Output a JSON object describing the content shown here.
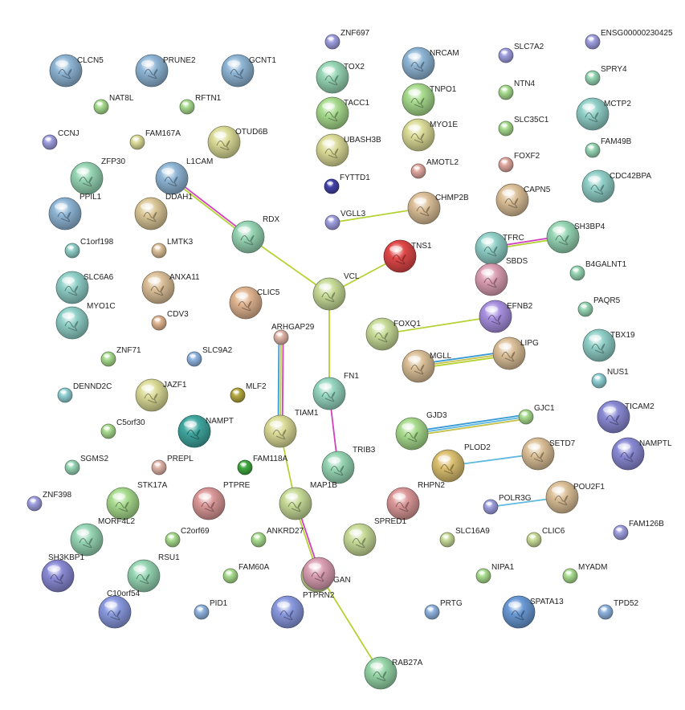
{
  "colors": {
    "background": "#ffffff",
    "edge_green": "#b5d233",
    "edge_magenta": "#d23fc0",
    "edge_blue": "#3a9bd6",
    "edge_gold": "#c8c14a",
    "edge_lightblue": "#5fb8e0"
  },
  "nodes": [
    {
      "id": "CLCN5",
      "color": "#8fb6d6",
      "size": "large"
    },
    {
      "id": "PRUNE2",
      "color": "#8fb6d6",
      "size": "large"
    },
    {
      "id": "GCNT1",
      "color": "#8fb6d6",
      "size": "large"
    },
    {
      "id": "ZNF697",
      "color": "#9f9fe0",
      "size": "small"
    },
    {
      "id": "TOX2",
      "color": "#96d6b4",
      "size": "large"
    },
    {
      "id": "NRCAM",
      "color": "#8fb6d6",
      "size": "large"
    },
    {
      "id": "SLC7A2",
      "color": "#9f9fe0",
      "size": "small"
    },
    {
      "id": "ENSG00000230425",
      "color": "#9f9fe0",
      "size": "small"
    },
    {
      "id": "NAT8L",
      "color": "#a8dc8e",
      "size": "small"
    },
    {
      "id": "RFTN1",
      "color": "#a8dc8e",
      "size": "small"
    },
    {
      "id": "TACC1",
      "color": "#a8dc8e",
      "size": "large"
    },
    {
      "id": "TNPO1",
      "color": "#a8dc8e",
      "size": "large"
    },
    {
      "id": "NTN4",
      "color": "#a8dc8e",
      "size": "small"
    },
    {
      "id": "SPRY4",
      "color": "#96d6b4",
      "size": "small"
    },
    {
      "id": "MCTP2",
      "color": "#90d0c8",
      "size": "large"
    },
    {
      "id": "CCNJ",
      "color": "#9f9fe0",
      "size": "small"
    },
    {
      "id": "FAM167A",
      "color": "#dcdc98",
      "size": "small"
    },
    {
      "id": "OTUD6B",
      "color": "#dcdc98",
      "size": "large"
    },
    {
      "id": "UBASH3B",
      "color": "#dcdc98",
      "size": "large"
    },
    {
      "id": "MYO1E",
      "color": "#dcdc98",
      "size": "large"
    },
    {
      "id": "SLC35C1",
      "color": "#a8dc8e",
      "size": "small"
    },
    {
      "id": "FAM49B",
      "color": "#96d6b4",
      "size": "small"
    },
    {
      "id": "ZFP30",
      "color": "#96d6b4",
      "size": "large"
    },
    {
      "id": "L1CAM",
      "color": "#8fb6d6",
      "size": "large"
    },
    {
      "id": "FYTTD1",
      "color": "#4444aa",
      "size": "small"
    },
    {
      "id": "AMOTL2",
      "color": "#e0a8a0",
      "size": "small"
    },
    {
      "id": "FOXF2",
      "color": "#e0a8a0",
      "size": "small"
    },
    {
      "id": "CDC42BPA",
      "color": "#90d0c8",
      "size": "large"
    },
    {
      "id": "PPIL1",
      "color": "#8fb6d6",
      "size": "large"
    },
    {
      "id": "DDAH1",
      "color": "#dcc898",
      "size": "large"
    },
    {
      "id": "CHMP2B",
      "color": "#dcc098",
      "size": "large"
    },
    {
      "id": "CAPN5",
      "color": "#dcc098",
      "size": "large"
    },
    {
      "id": "VGLL3",
      "color": "#9f9fe0",
      "size": "small"
    },
    {
      "id": "RDX",
      "color": "#96d6b4",
      "size": "large"
    },
    {
      "id": "SH3BP4",
      "color": "#96d6b4",
      "size": "large"
    },
    {
      "id": "TNS1",
      "color": "#e04848",
      "size": "large"
    },
    {
      "id": "TFRC",
      "color": "#90d0c8",
      "size": "large"
    },
    {
      "id": "C1orf198",
      "color": "#90d0c8",
      "size": "small"
    },
    {
      "id": "LMTK3",
      "color": "#dcc098",
      "size": "small"
    },
    {
      "id": "B4GALNT1",
      "color": "#96d6b4",
      "size": "small"
    },
    {
      "id": "SBDS",
      "color": "#dca0b4",
      "size": "large"
    },
    {
      "id": "SLC6A6",
      "color": "#90d0c8",
      "size": "large"
    },
    {
      "id": "ANXA11",
      "color": "#dcc098",
      "size": "large"
    },
    {
      "id": "CLIC5",
      "color": "#e0b490",
      "size": "large"
    },
    {
      "id": "VCL",
      "color": "#c8dc98",
      "size": "large"
    },
    {
      "id": "EFNB2",
      "color": "#a890e0",
      "size": "large"
    },
    {
      "id": "PAQR5",
      "color": "#96d6b4",
      "size": "small"
    },
    {
      "id": "MYO1C",
      "color": "#90d0c8",
      "size": "large"
    },
    {
      "id": "CDV3",
      "color": "#e0b490",
      "size": "small"
    },
    {
      "id": "FOXQ1",
      "color": "#c8dc98",
      "size": "large"
    },
    {
      "id": "ARHGAP29",
      "color": "#e0b4a8",
      "size": "small"
    },
    {
      "id": "LIPG",
      "color": "#dcc098",
      "size": "large"
    },
    {
      "id": "TBX19",
      "color": "#90d0c8",
      "size": "large"
    },
    {
      "id": "ZNF71",
      "color": "#a8dc8e",
      "size": "small"
    },
    {
      "id": "SLC9A2",
      "color": "#90b4e0",
      "size": "small"
    },
    {
      "id": "MGLL",
      "color": "#dcc098",
      "size": "large"
    },
    {
      "id": "NUS1",
      "color": "#90d0d4",
      "size": "small"
    },
    {
      "id": "DENND2C",
      "color": "#90d0d4",
      "size": "small"
    },
    {
      "id": "JAZF1",
      "color": "#dcdc98",
      "size": "large"
    },
    {
      "id": "MLF2",
      "color": "#b4a840",
      "size": "small"
    },
    {
      "id": "FN1",
      "color": "#96d6c0",
      "size": "large"
    },
    {
      "id": "TICAM2",
      "color": "#8a8ad6",
      "size": "large"
    },
    {
      "id": "GJC1",
      "color": "#a8dc8e",
      "size": "small"
    },
    {
      "id": "NAMPT",
      "color": "#40a8a0",
      "size": "large"
    },
    {
      "id": "TIAM1",
      "color": "#dcdc98",
      "size": "large"
    },
    {
      "id": "GJD3",
      "color": "#a8dc8e",
      "size": "large"
    },
    {
      "id": "C5orf30",
      "color": "#a8dc8e",
      "size": "small"
    },
    {
      "id": "SETD7",
      "color": "#dcc098",
      "size": "large"
    },
    {
      "id": "NAMPTL",
      "color": "#8a8ad6",
      "size": "large"
    },
    {
      "id": "SGMS2",
      "color": "#96d6b4",
      "size": "small"
    },
    {
      "id": "PREPL",
      "color": "#e0b4a8",
      "size": "small"
    },
    {
      "id": "FAM118A",
      "color": "#40a840",
      "size": "small"
    },
    {
      "id": "TRIB3",
      "color": "#96d6b4",
      "size": "large"
    },
    {
      "id": "PLOD2",
      "color": "#dcc070",
      "size": "large"
    },
    {
      "id": "ZNF398",
      "color": "#9f9fe0",
      "size": "small"
    },
    {
      "id": "STK17A",
      "color": "#a8dc8e",
      "size": "large"
    },
    {
      "id": "PTPRE",
      "color": "#dc9898",
      "size": "large"
    },
    {
      "id": "MAP1B",
      "color": "#c8dc98",
      "size": "large"
    },
    {
      "id": "RHPN2",
      "color": "#dc9898",
      "size": "large"
    },
    {
      "id": "POU2F1",
      "color": "#dcc098",
      "size": "large"
    },
    {
      "id": "POLR3G",
      "color": "#9f9fe0",
      "size": "small"
    },
    {
      "id": "MORF4L2",
      "color": "#96d6b4",
      "size": "large"
    },
    {
      "id": "C2orf69",
      "color": "#a8dc8e",
      "size": "small"
    },
    {
      "id": "ANKRD27",
      "color": "#a8dc8e",
      "size": "small"
    },
    {
      "id": "SPRED1",
      "color": "#c8dc98",
      "size": "large"
    },
    {
      "id": "SLC16A9",
      "color": "#c8dc98",
      "size": "small"
    },
    {
      "id": "CLIC6",
      "color": "#c8dc98",
      "size": "small"
    },
    {
      "id": "FAM126B",
      "color": "#9f9fe0",
      "size": "small"
    },
    {
      "id": "SH3KBP1",
      "color": "#8a8ad6",
      "size": "large"
    },
    {
      "id": "RSU1",
      "color": "#96d6b4",
      "size": "large"
    },
    {
      "id": "FAM60A",
      "color": "#a8dc8e",
      "size": "small"
    },
    {
      "id": "GAN",
      "color": "#c8dc98",
      "size": "large"
    },
    {
      "id": "PTPRN2",
      "color": "#dca0b4",
      "size": "large"
    },
    {
      "id": "NIPA1",
      "color": "#a8dc8e",
      "size": "small"
    },
    {
      "id": "MYADM",
      "color": "#a8dc8e",
      "size": "small"
    },
    {
      "id": "C10orf54",
      "color": "#8a9ae0",
      "size": "large"
    },
    {
      "id": "PID1",
      "color": "#90b4e0",
      "size": "small"
    },
    {
      "id": "PTPRN2_dup",
      "color": "#8a9ae0",
      "size": "large",
      "hidden_label": true
    },
    {
      "id": "PRTG",
      "color": "#90b4e0",
      "size": "small"
    },
    {
      "id": "SPATA13",
      "color": "#6a9ad6",
      "size": "large"
    },
    {
      "id": "TPD52",
      "color": "#90b4e0",
      "size": "small"
    },
    {
      "id": "RAB27A",
      "color": "#96d6a8",
      "size": "large"
    }
  ],
  "edges": [
    {
      "a": "L1CAM",
      "b": "RDX",
      "kinds": [
        "magenta",
        "green"
      ]
    },
    {
      "a": "RDX",
      "b": "VCL",
      "kinds": [
        "green"
      ]
    },
    {
      "a": "VCL",
      "b": "TNS1",
      "kinds": [
        "green"
      ]
    },
    {
      "a": "VCL",
      "b": "FN1",
      "kinds": [
        "green"
      ]
    },
    {
      "a": "VGLL3",
      "b": "CHMP2B",
      "kinds": [
        "green"
      ]
    },
    {
      "a": "TFRC",
      "b": "SH3BP4",
      "kinds": [
        "magenta",
        "green"
      ]
    },
    {
      "a": "FOXQ1",
      "b": "EFNB2",
      "kinds": [
        "green"
      ]
    },
    {
      "a": "MGLL",
      "b": "LIPG",
      "kinds": [
        "blue",
        "gold",
        "green"
      ]
    },
    {
      "a": "ARHGAP29",
      "b": "TIAM1",
      "kinds": [
        "magenta",
        "green",
        "blue"
      ]
    },
    {
      "a": "FN1",
      "b": "TRIB3",
      "kinds": [
        "magenta"
      ]
    },
    {
      "a": "GJD3",
      "b": "GJC1",
      "kinds": [
        "blue",
        "lightblue",
        "gold"
      ]
    },
    {
      "a": "PLOD2",
      "b": "SETD7",
      "kinds": [
        "lightblue"
      ]
    },
    {
      "a": "POLR3G",
      "b": "POU2F1",
      "kinds": [
        "lightblue"
      ]
    },
    {
      "a": "TIAM1",
      "b": "MAP1B",
      "kinds": [
        "green"
      ]
    },
    {
      "a": "MAP1B",
      "b": "PTPRN2",
      "kinds": [
        "magenta",
        "green"
      ]
    },
    {
      "a": "PTPRN2",
      "b": "RAB27A",
      "kinds": [
        "green"
      ]
    }
  ]
}
